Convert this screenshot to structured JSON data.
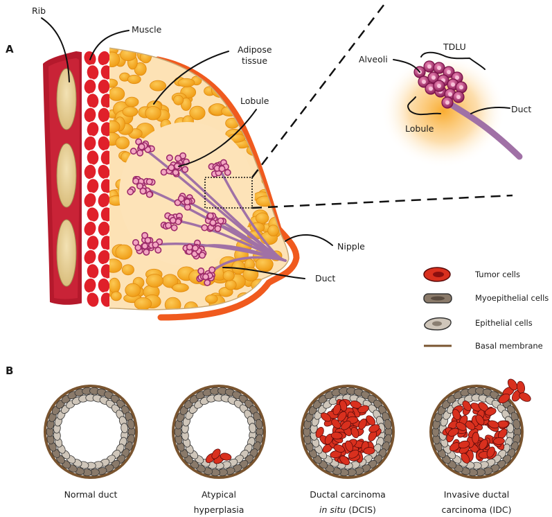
{
  "panel_a": {
    "letter": "A",
    "labels": {
      "rib": "Rib",
      "muscle": "Muscle",
      "adipose_1": "Adipose",
      "adipose_2": "tissue",
      "lobule": "Lobule",
      "nipple": "Nipple",
      "duct": "Duct"
    },
    "inset": {
      "alveoli": "Alveoli",
      "tdlu": "TDLU",
      "lobule": "Lobule",
      "duct": "Duct"
    }
  },
  "legend": [
    {
      "label": "Tumor cells",
      "icon": "tumor-cell-icon",
      "color": "#d9301e"
    },
    {
      "label": "Myoepithelial cells",
      "icon": "myoepithelial-cell-icon",
      "color": "#8a7a6a"
    },
    {
      "label": "Epithelial cells",
      "icon": "epithelial-cell-icon",
      "color": "#cfc6ba"
    },
    {
      "label": "Basal membrane",
      "icon": "basal-membrane-icon",
      "color": "#7a5530"
    }
  ],
  "panel_b": {
    "letter": "B",
    "stages": [
      {
        "line1": "Normal duct",
        "line2": "",
        "tumor_level": "none"
      },
      {
        "line1": "Atypical",
        "line2": "hyperplasia",
        "tumor_level": "small cluster"
      },
      {
        "line1": "Ductal carcinoma",
        "line2_italic": "in situ",
        "line2_rest": " (DCIS)",
        "tumor_level": "lumen filled"
      },
      {
        "line1": "Invasive ductal",
        "line2": "carcinoma (IDC)",
        "tumor_level": "breaching wall"
      }
    ]
  },
  "colors": {
    "rib_red": "#b5192c",
    "muscle_red": "#e0202a",
    "fat_orange": "#f6a81e",
    "skin_orange": "#f05a1e",
    "lobule_purple": "#9c2a6a",
    "duct_purple": "#a071a6",
    "basal_brown": "#7a5530"
  }
}
